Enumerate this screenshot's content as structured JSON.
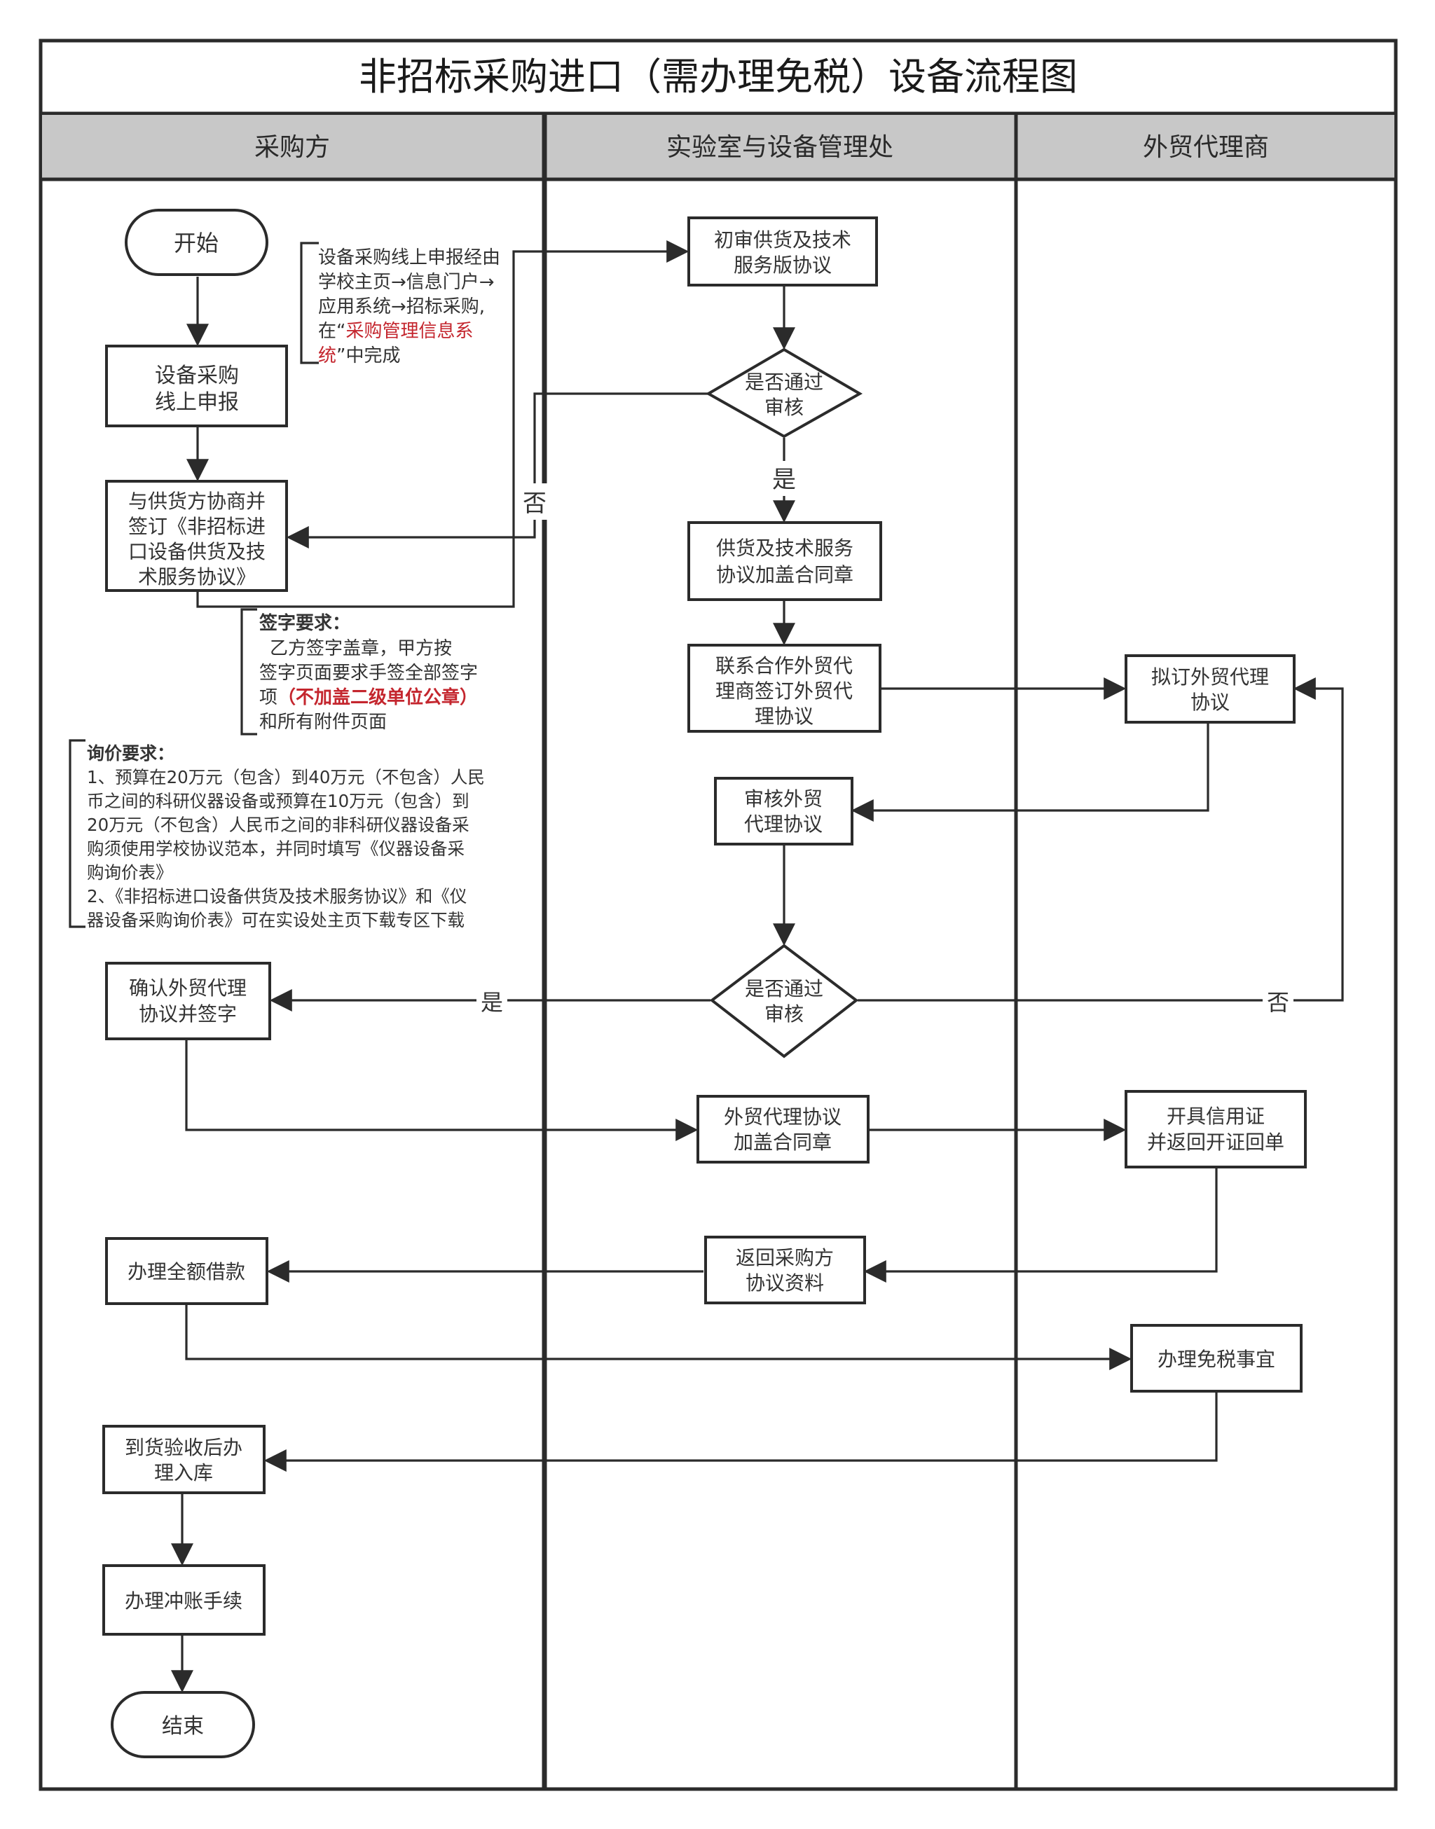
{
  "title": "非招标采购进口（需办理免税）设备流程图",
  "lanes": [
    "采购方",
    "实验室与设备管理处",
    "外贸代理商"
  ],
  "nodes": {
    "start": "开始",
    "apply": [
      "设备采购",
      "线上申报"
    ],
    "negotiate": [
      "与供货方协商并",
      "签订《非招标进",
      "口设备供货及技",
      "术服务协议》"
    ],
    "review1": [
      "初审供货及技术",
      "服务版协议"
    ],
    "decision1": [
      "是否通过",
      "审核"
    ],
    "stamp1": [
      "供货及技术服务",
      "协议加盖合同章"
    ],
    "contact": [
      "联系合作外贸代",
      "理商签订外贸代",
      "理协议"
    ],
    "draft": [
      "拟订外贸代理",
      "协议"
    ],
    "review2": [
      "审核外贸",
      "代理协议"
    ],
    "decision2": [
      "是否通过",
      "审核"
    ],
    "confirm": [
      "确认外贸代理",
      "协议并签字"
    ],
    "stamp2": [
      "外贸代理协议",
      "加盖合同章"
    ],
    "credit": [
      "开具信用证",
      "并返回开证回单"
    ],
    "return_docs": [
      "返回采购方",
      "协议资料"
    ],
    "loan": "办理全额借款",
    "taxfree": "办理免税事宜",
    "storage": [
      "到货验收后办",
      "理入库"
    ],
    "writeoff": "办理冲账手续",
    "end": "结束"
  },
  "labels": {
    "yes1": "是",
    "no1": "否",
    "yes2": "是",
    "no2": "否"
  },
  "notes": {
    "online": {
      "line1": "设备采购线上申报经由",
      "line2": "学校主页→信息门户→",
      "line3": "应用系统→招标采购,",
      "line4_pre": "在“",
      "line4_red": "采购管理信息系",
      "line5_red": "统",
      "line5_post": "”中完成"
    },
    "signing": {
      "title": "签字要求：",
      "line1": "乙方签字盖章，甲方按",
      "line2": "签字页面要求手签全部签字",
      "line3_pre": "项",
      "line3_red": "（不加盖二级单位公章）",
      "line4": "和所有附件页面"
    },
    "inquiry": {
      "title": "询价要求：",
      "lines": [
        "1、预算在20万元（包含）到40万元（不包含）人民",
        "币之间的科研仪器设备或预算在10万元（包含）到",
        "20万元（不包含）人民币之间的非科研仪器设备采",
        "购须使用学校协议范本，并同时填写《仪器设备采",
        "购询价表》",
        "2、《非招标进口设备供货及技术服务协议》和《仪",
        "器设备采购询价表》可在实设处主页下载专区下载"
      ]
    }
  },
  "colors": {
    "header_fill": "#c8c8c8",
    "line": "#2b2b2b",
    "accent_red": "#c4262e"
  }
}
